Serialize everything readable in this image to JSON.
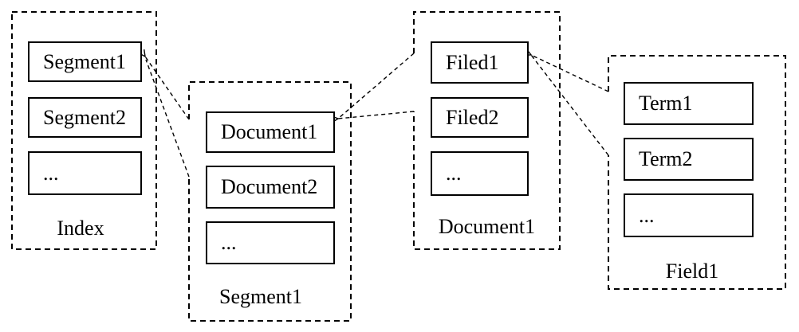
{
  "diagram": {
    "type": "nested-structure-diagram",
    "groups": [
      {
        "id": "index",
        "label": "Index",
        "items": [
          "Segment1",
          "Segment2",
          "..."
        ]
      },
      {
        "id": "segment1",
        "label": "Segment1",
        "items": [
          "Document1",
          "Document2",
          "..."
        ]
      },
      {
        "id": "document1",
        "label": "Document1",
        "items": [
          "Filed1",
          "Filed2",
          "..."
        ]
      },
      {
        "id": "field1",
        "label": "Field1",
        "items": [
          "Term1",
          "Term2",
          "..."
        ]
      }
    ],
    "connections": [
      {
        "from_item": "Segment1",
        "from_group": "index",
        "to_group": "segment1",
        "style": "dashed-fan-arrow"
      },
      {
        "from_item": "Document1",
        "from_group": "segment1",
        "to_group": "document1",
        "style": "dashed-fan-arrow"
      },
      {
        "from_item": "Filed1",
        "from_group": "document1",
        "to_group": "field1",
        "style": "dashed-fan-arrow"
      }
    ],
    "colors": {
      "line": "#000000",
      "text": "#000000",
      "box_fill": "#ffffff",
      "background": "#ffffff"
    }
  }
}
